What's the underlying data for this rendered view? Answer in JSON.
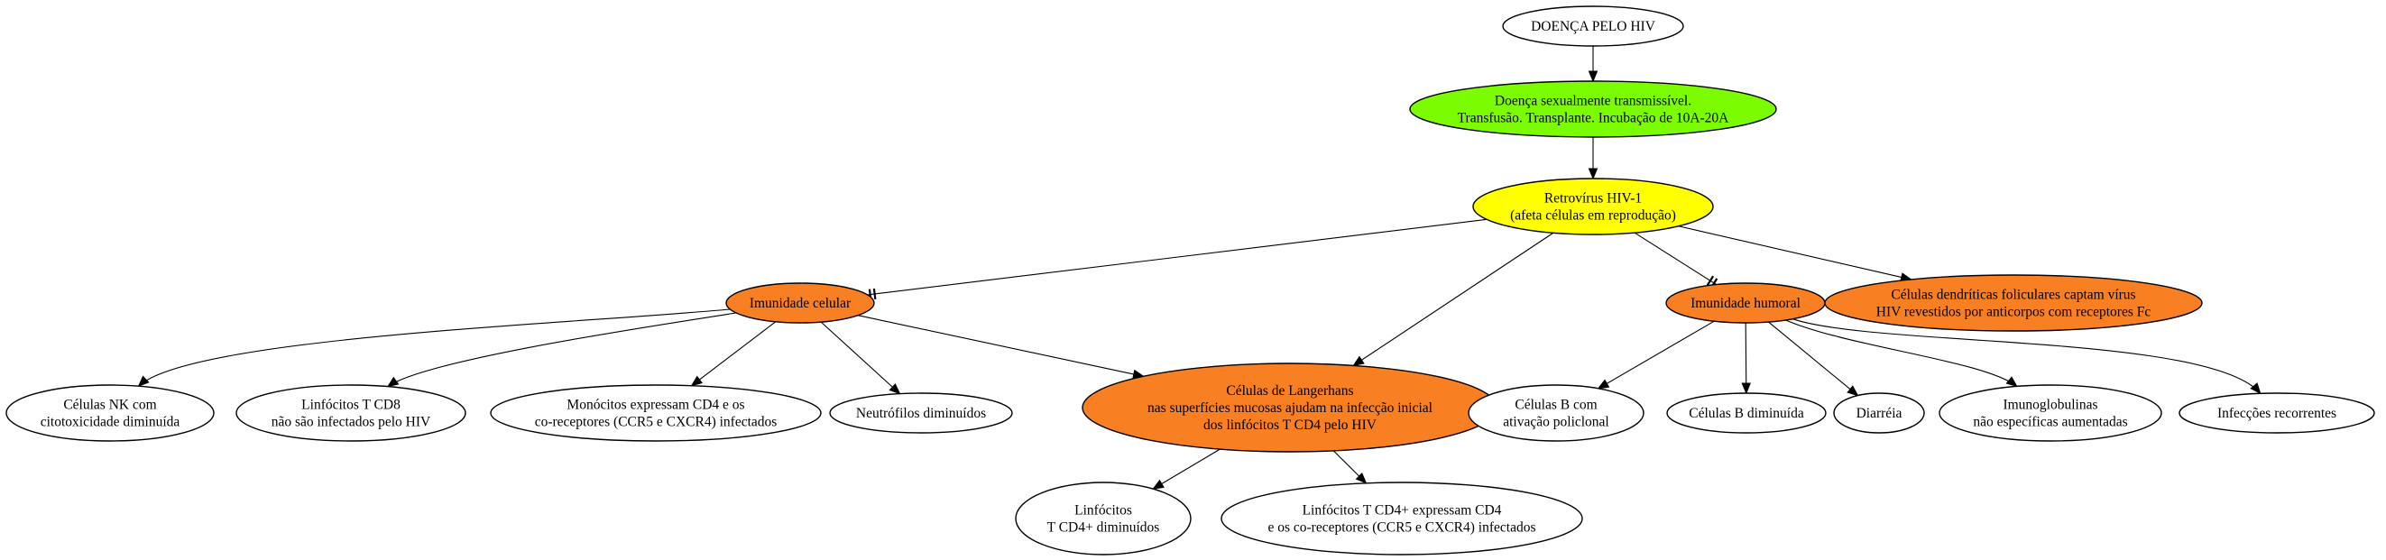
{
  "diagram": {
    "title": "",
    "colors": {
      "white": "#ffffff",
      "green": "#7cfc00",
      "yellow": "#ffff00",
      "orange": "#f97f23",
      "line": "#000000"
    },
    "nodes": [
      {
        "id": "hiv",
        "fill": "white",
        "lines": [
          "DOENÇA PELO HIV"
        ]
      },
      {
        "id": "std",
        "fill": "green",
        "lines": [
          "Doença sexualmente transmissível.",
          "Transfusão. Transplante. Incubação de 10A-20A"
        ]
      },
      {
        "id": "retro",
        "fill": "yellow",
        "lines": [
          "Retrovírus HIV-1",
          "(afeta células em reprodução)"
        ]
      },
      {
        "id": "cel",
        "fill": "orange",
        "lines": [
          "Imunidade celular"
        ]
      },
      {
        "id": "lang",
        "fill": "orange",
        "lines": [
          "Células de Langerhans",
          "nas superfícies mucosas ajudam na infecção inicial",
          "dos linfócitos T CD4 pelo HIV"
        ]
      },
      {
        "id": "hum",
        "fill": "orange",
        "lines": [
          "Imunidade humoral"
        ]
      },
      {
        "id": "dend",
        "fill": "orange",
        "lines": [
          "Células dendríticas foliculares captam vírus",
          "HIV revestidos por anticorpos com receptores Fc"
        ]
      },
      {
        "id": "nk",
        "fill": "white",
        "lines": [
          "Células NK com",
          "citotoxicidade diminuída"
        ]
      },
      {
        "id": "cd8",
        "fill": "white",
        "lines": [
          "Linfócitos T CD8",
          "não são infectados pelo HIV"
        ]
      },
      {
        "id": "mono",
        "fill": "white",
        "lines": [
          "Monócitos expressam CD4 e os",
          "co-receptores (CCR5 e CXCR4) infectados"
        ]
      },
      {
        "id": "neut",
        "fill": "white",
        "lines": [
          "Neutrófilos diminuídos"
        ]
      },
      {
        "id": "cd4dim",
        "fill": "white",
        "lines": [
          "Linfócitos",
          "T CD4+ diminuídos"
        ]
      },
      {
        "id": "cd4exp",
        "fill": "white",
        "lines": [
          "Linfócitos T CD4+ expressam CD4",
          "e os co-receptores (CCR5 e CXCR4) infectados"
        ]
      },
      {
        "id": "bpoli",
        "fill": "white",
        "lines": [
          "Células B com",
          "ativação policlonal"
        ]
      },
      {
        "id": "bdim",
        "fill": "white",
        "lines": [
          "Células B diminuída"
        ]
      },
      {
        "id": "diar",
        "fill": "white",
        "lines": [
          "Diarréia"
        ]
      },
      {
        "id": "imuno",
        "fill": "white",
        "lines": [
          "Imunoglobulinas",
          "não específicas aumentadas"
        ]
      },
      {
        "id": "infec",
        "fill": "white",
        "lines": [
          "Infecções recorrentes"
        ]
      }
    ],
    "edges": [
      {
        "from": "hiv",
        "to": "std",
        "head": "arrow"
      },
      {
        "from": "std",
        "to": "retro",
        "head": "arrow"
      },
      {
        "from": "retro",
        "to": "cel",
        "head": "tee"
      },
      {
        "from": "retro",
        "to": "lang",
        "head": "arrow"
      },
      {
        "from": "retro",
        "to": "hum",
        "head": "tee"
      },
      {
        "from": "retro",
        "to": "dend",
        "head": "arrow"
      },
      {
        "from": "cel",
        "to": "nk",
        "head": "arrow"
      },
      {
        "from": "cel",
        "to": "cd8",
        "head": "arrow"
      },
      {
        "from": "cel",
        "to": "mono",
        "head": "arrow"
      },
      {
        "from": "cel",
        "to": "neut",
        "head": "arrow"
      },
      {
        "from": "cel",
        "to": "lang",
        "head": "arrow"
      },
      {
        "from": "lang",
        "to": "cd4dim",
        "head": "arrow"
      },
      {
        "from": "lang",
        "to": "cd4exp",
        "head": "arrow"
      },
      {
        "from": "hum",
        "to": "bpoli",
        "head": "arrow"
      },
      {
        "from": "hum",
        "to": "bdim",
        "head": "arrow"
      },
      {
        "from": "hum",
        "to": "diar",
        "head": "arrow"
      },
      {
        "from": "hum",
        "to": "imuno",
        "head": "arrow"
      },
      {
        "from": "hum",
        "to": "infec",
        "head": "arrow"
      }
    ]
  }
}
